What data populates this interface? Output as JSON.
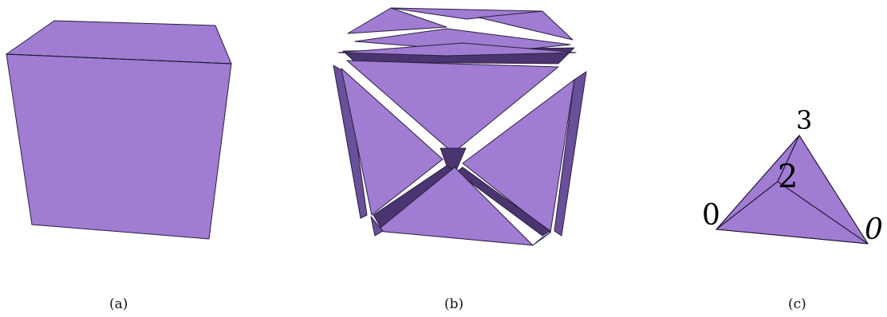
{
  "panels": [
    {
      "id": "a",
      "caption": "(a)"
    },
    {
      "id": "b",
      "caption": "(b)"
    },
    {
      "id": "c",
      "caption": "(c)",
      "vertex_labels": [
        "3",
        "2",
        "0",
        "0"
      ]
    }
  ],
  "colors": {
    "face": "#a07cd2",
    "edge": "#1e1530",
    "shadow": "#4a3570"
  }
}
